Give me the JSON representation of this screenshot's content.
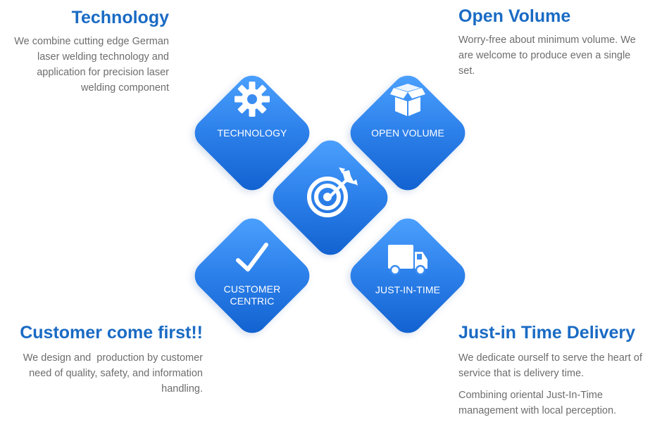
{
  "technology": {
    "heading": "Technology",
    "lines": [
      "We combine cutting edge German",
      "laser welding technology and",
      "application for precision laser",
      "welding component"
    ]
  },
  "open_volume": {
    "heading": "Open Volume",
    "lines": [
      "Worry-free about minimum volume. We",
      "are welcome to produce even a single",
      "set."
    ]
  },
  "customer": {
    "heading": "Customer come first!!",
    "lines": [
      "We design and  production by customer",
      "need of quality, safety, and information",
      "handling."
    ]
  },
  "jit": {
    "heading": "Just-in Time Delivery",
    "paragraph1": [
      "We dedicate ourself to serve the heart of",
      "service that is delivery time."
    ],
    "paragraph2": [
      "Combining oriental Just-In-Time",
      "management with local perception."
    ]
  },
  "tiles": {
    "technology": {
      "label": "TECHNOLOGY",
      "icon": "gear-icon"
    },
    "open_volume": {
      "label": "OPEN VOLUME",
      "icon": "box-icon"
    },
    "center": {
      "icon": "target-icon"
    },
    "customer": {
      "label_line1": "CUSTOMER",
      "label_line2": "CENTRIC",
      "icon": "checkmark-icon"
    },
    "jit": {
      "label": "JUST-IN-TIME",
      "icon": "truck-icon"
    }
  },
  "colors": {
    "heading": "#1a6bc4",
    "body_text": "#6d6d6d",
    "tile_light": "#4ea3ff",
    "tile_dark": "#0f5fce",
    "icon": "#ffffff"
  }
}
